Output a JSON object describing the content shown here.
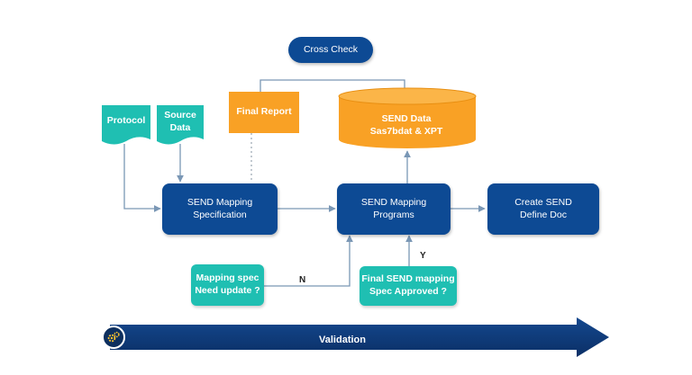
{
  "nodes": {
    "cross_check": "Cross Check",
    "protocol": "Protocol",
    "source_data": "Source\nData",
    "final_report": "Final Report",
    "send_data": "SEND Data\nSas7bdat & XPT",
    "mapping_spec": "SEND Mapping\nSpecification",
    "mapping_programs": "SEND Mapping\nPrograms",
    "define_doc": "Create SEND\nDefine Doc",
    "spec_update": "Mapping spec\nNeed update ?",
    "spec_approved": "Final SEND mapping\nSpec Approved ?"
  },
  "edge_labels": {
    "no": "N",
    "yes": "Y"
  },
  "validation": {
    "label": "Validation",
    "icon": "gears-icon"
  },
  "colors": {
    "navy": "#0d4a94",
    "teal": "#1fbfb2",
    "orange": "#f9a125",
    "arrow": "#0d3a78",
    "line": "#7a97b5"
  }
}
